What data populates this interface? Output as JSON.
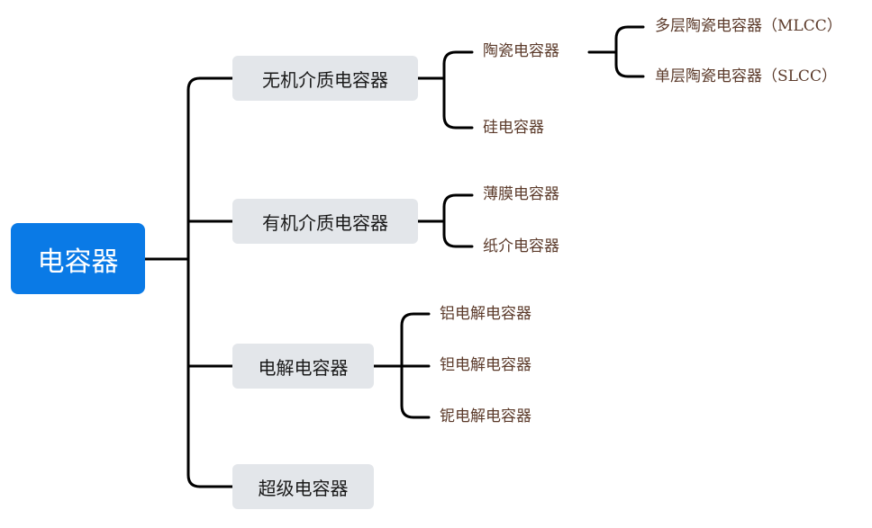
{
  "root": {
    "label": "电容器"
  },
  "categories": [
    {
      "label": "无机介质电容器",
      "children": [
        {
          "label": "陶瓷电容器",
          "children": [
            "多层陶瓷电容器（MLCC）",
            "单层陶瓷电容器（SLCC）"
          ]
        },
        {
          "label": "硅电容器"
        }
      ]
    },
    {
      "label": "有机介质电容器",
      "children": [
        {
          "label": "薄膜电容器"
        },
        {
          "label": "纸介电容器"
        }
      ]
    },
    {
      "label": "电解电容器",
      "children": [
        {
          "label": "铝电解电容器"
        },
        {
          "label": "钽电解电容器"
        },
        {
          "label": "铌电解电容器"
        }
      ]
    },
    {
      "label": "超级电容器"
    }
  ],
  "colors": {
    "root_fill": "#0a7ae6",
    "node_fill": "#e3e6ea",
    "line": "#000000",
    "leaf_text": "#5b3a2a"
  }
}
